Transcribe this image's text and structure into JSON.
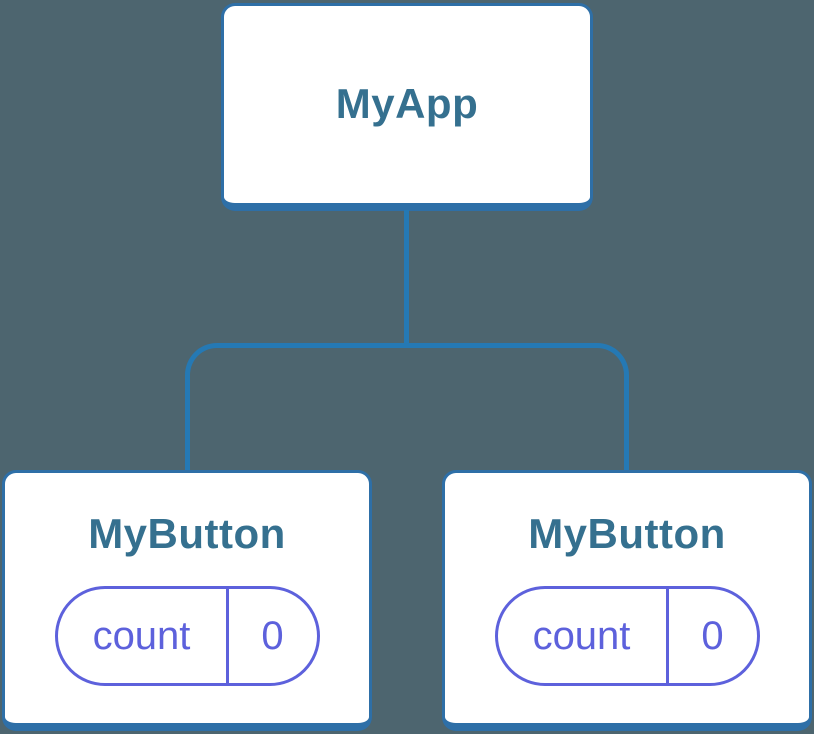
{
  "diagram": {
    "description": "React component tree diagram",
    "tree": {
      "root": {
        "label": "MyApp"
      },
      "children": [
        {
          "label": "MyButton",
          "state": {
            "key": "count",
            "value": "0"
          }
        },
        {
          "label": "MyButton",
          "state": {
            "key": "count",
            "value": "0"
          }
        }
      ]
    }
  },
  "colors": {
    "canvas-bg": "#4D656F",
    "box-bg": "#FFFFFF",
    "box-border": "#2E6FA7",
    "line-blue": "#2579B4",
    "label-blue": "#35708F",
    "state-purple": "#5D61DC"
  }
}
